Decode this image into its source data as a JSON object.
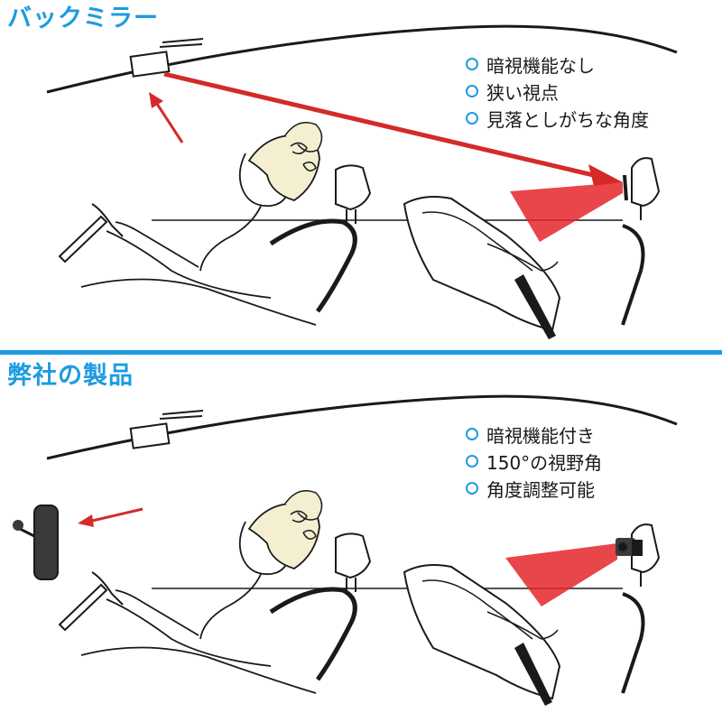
{
  "colors": {
    "accent": "#1e9be0",
    "arrow_red": "#d42a2a",
    "beam_red": "#e4262c",
    "line": "#1a1a1a",
    "hair": "#f4efd0",
    "camera_dark": "#3a3a3a"
  },
  "top_panel": {
    "title": "バックミラー",
    "bullets": [
      "暗視機能なし",
      "狭い視点",
      "見落としがちな角度"
    ],
    "icons": [
      "rearview-mirror-icon",
      "driver-icon",
      "child-seat-icon",
      "headrest-icon"
    ]
  },
  "bottom_panel": {
    "title": "弊社の製品",
    "bullets": [
      "暗視機能付き",
      "150°の視野角",
      "角度調整可能"
    ],
    "icons": [
      "monitor-icon",
      "camera-icon",
      "driver-icon",
      "child-seat-icon"
    ]
  }
}
